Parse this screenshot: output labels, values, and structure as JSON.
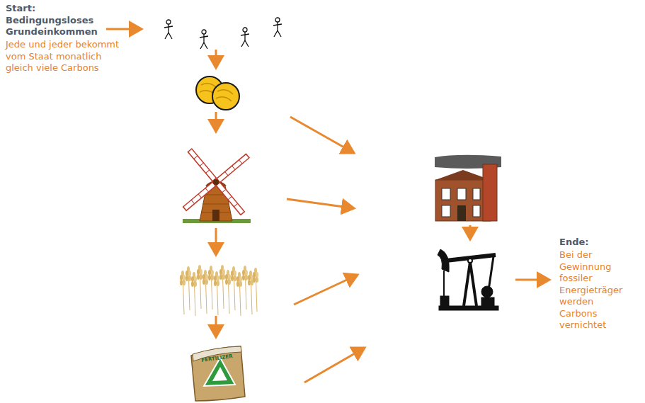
{
  "diagram": {
    "labels": [
      "Start: Bedingungsloses Grundeinkommen",
      "Jede und jeder bekommt vom Staat monatlich gleich viele Carbons",
      "Ende:",
      "Bei der Gewinnung fossiler Energieträger werden Carbons vernichtet",
      "FERTILIZER"
    ]
  }
}
